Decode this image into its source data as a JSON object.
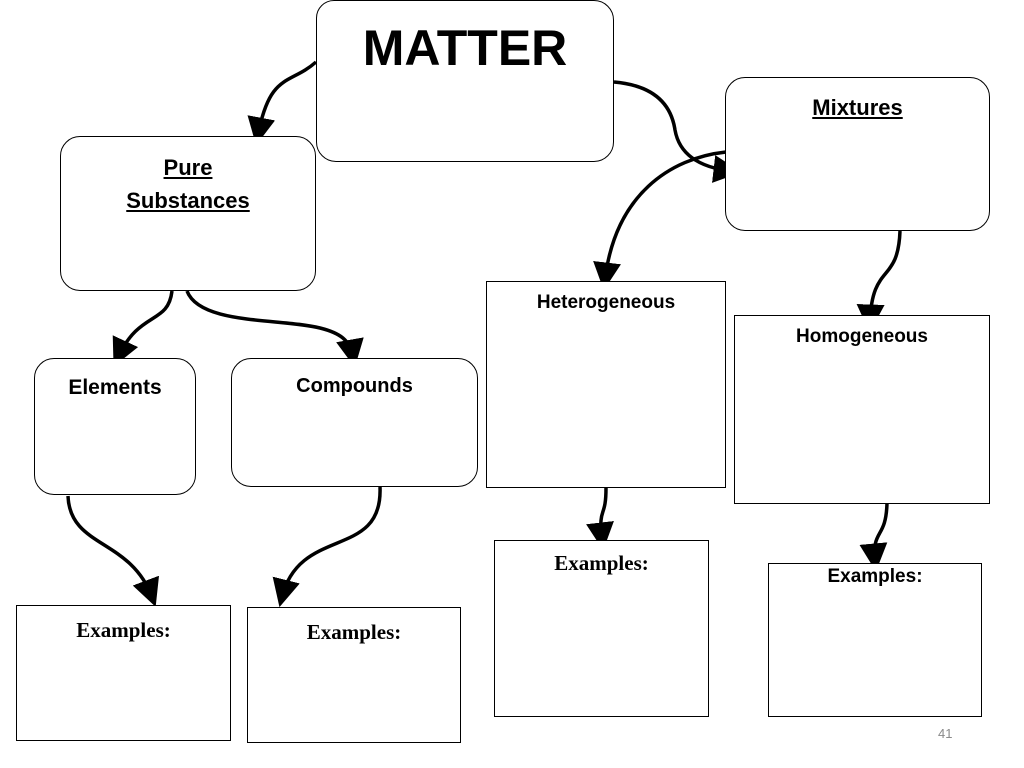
{
  "diagram": {
    "title": "MATTER",
    "pure_substances": {
      "line1": "Pure",
      "line2": "Substances"
    },
    "mixtures": "Mixtures",
    "elements": "Elements",
    "compounds": "Compounds",
    "heterogeneous": "Heterogeneous",
    "homogeneous": "Homogeneous",
    "examples": {
      "elements": "Examples:",
      "compounds": "Examples:",
      "heterogeneous": "Examples:",
      "homogeneous": "Examples:"
    }
  },
  "slide_number": "41"
}
